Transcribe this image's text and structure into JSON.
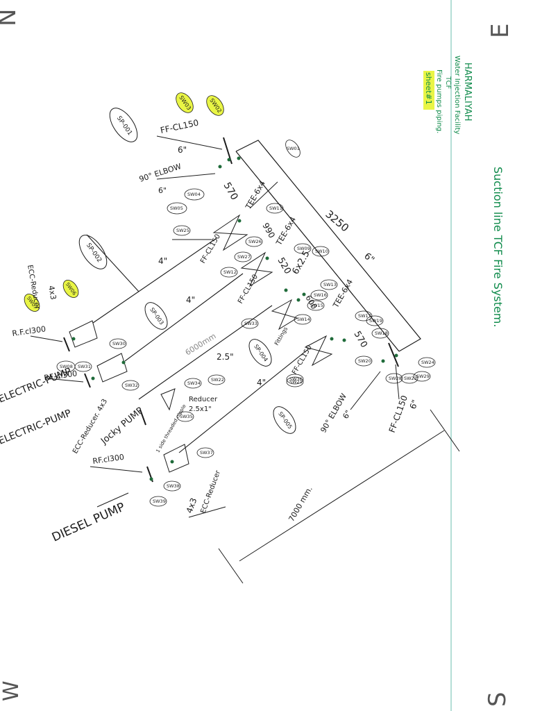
{
  "sheet": {
    "title_lines": [
      "HARMALIYAH",
      "Water Injection Facility",
      "TCF",
      "Fire pumps piping.",
      "sheet#1"
    ],
    "subtitle": "Suction line  TCF  Fire  System.",
    "corner_marks": [
      "N",
      "E",
      "S",
      "W"
    ],
    "colors": {
      "ink": "#1b1b1b",
      "green_ink": "#0e8a4a",
      "highlight": "#e9f545",
      "weld_dot": "#1f6b3a"
    }
  },
  "pumps": {
    "electric_pump_1": "ELECTRIC-PUMP",
    "electric_pump_2": "ELECTRIC-PUMP",
    "jocky_pump": "Jocky PUMP",
    "diesel_pump": "DIESEL PUMP"
  },
  "labels": {
    "ff_cl150_top": "FF-CL150",
    "size_6_top": "6\"",
    "elbow_90_top": "90° ELBOW",
    "size_6_elbow_top": "6\"",
    "tee_6x4_a": "TEE-6x4",
    "tee_6x4_b": "TEE-6x4",
    "tee_6x4_c": "TEE-6x4",
    "ff_cl150_a": "FF-CL150",
    "ff_cl150_b": "FF-CL150",
    "ff_cl150_c": "FF-CL150",
    "ff_cl150_bottom": "FF-CL150",
    "size_6_bottom": "6\"",
    "elbow_90_bottom": "90° ELBOW",
    "size_6_elbow_bottom": "6\"",
    "reducer": "Reducer",
    "reducer_size": "2.5x1\"",
    "size_6x2_5": "6x2.5",
    "size_4_a": "4\"",
    "size_4_b": "4\"",
    "size_4_c": "4\"",
    "size_2_5": "2.5\"",
    "rf_cl300_a": "R.F.cl300",
    "rf_cl300_b": "RF-cl300",
    "rf_cl300_c": "RF.cl300",
    "ecc_reducer_a": "ECC-Reducer",
    "ecc_reducer_a_size": "4x3",
    "ecc_reducer_b": "ECC-Reducer. 4x3",
    "ecc_reducer_c": "ECC-Reducer",
    "ecc_reducer_c_size": "4x3",
    "side_threaded": "1 side threaded nipple",
    "fitting": "Fittings"
  },
  "dimensions": {
    "d_570_top": "570",
    "d_990": "990",
    "d_520": "520",
    "d_600": "600",
    "d_570_bottom": "570",
    "d_3250": "3250",
    "d_6000": "6000mm",
    "d_7000": "7000 mm."
  },
  "spool_tags": [
    "SP-001",
    "SP-002",
    "SP-003",
    "SP-004",
    "SP-005"
  ],
  "weld_tags": {
    "sw01": "SW01",
    "sw02": "SW02",
    "sw03": "SW03",
    "sw04": "SW04",
    "sw05": "SW05",
    "sw06": "SW06",
    "sw07": "SW07",
    "sw08": "SW08",
    "sw09": "SW09",
    "sw10": "SW10",
    "sw11": "SW11",
    "sw12": "SW12",
    "sw13": "SW13",
    "sw14": "SW14",
    "sw15": "SW15",
    "sw16": "SW16",
    "sw17": "SW17",
    "sw18": "SW18",
    "sw19": "SW19",
    "sw20": "SW20",
    "sw21": "SW21",
    "sw22": "SW22",
    "sw23": "SW23",
    "sw24": "SW24",
    "sw25": "SW25",
    "sw26": "SW26",
    "sw27": "SW27",
    "sw28": "SW28",
    "sw29": "SW29",
    "sw30": "SW30",
    "sw31": "SW31",
    "sw32": "SW32",
    "sw33": "SW33",
    "sw34": "SW34",
    "sw35": "SW35",
    "sw36": "SW36",
    "sw37": "SW37",
    "sw38": "SW38",
    "sw39": "SW39"
  }
}
